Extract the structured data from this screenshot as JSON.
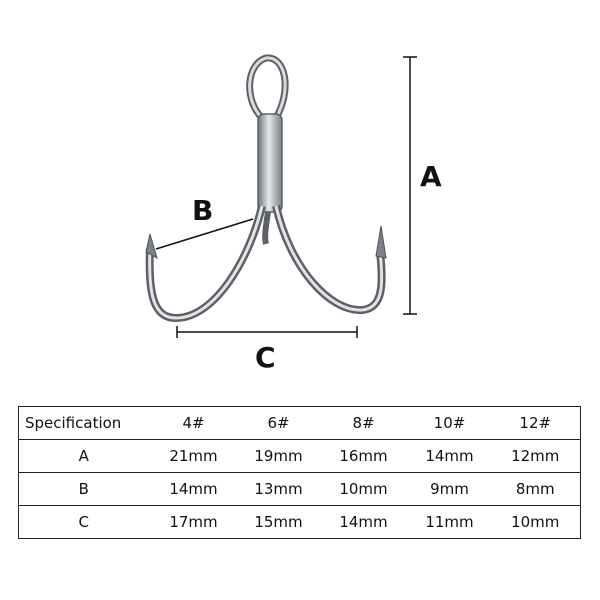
{
  "diagram": {
    "label_a": "A",
    "label_b": "B",
    "label_c": "C"
  },
  "table": {
    "header": [
      "Specification",
      "4#",
      "6#",
      "8#",
      "10#",
      "12#"
    ],
    "rows": [
      {
        "label": "A",
        "values": [
          "21mm",
          "19mm",
          "16mm",
          "14mm",
          "12mm"
        ]
      },
      {
        "label": "B",
        "values": [
          "14mm",
          "13mm",
          "10mm",
          "9mm",
          "8mm"
        ]
      },
      {
        "label": "C",
        "values": [
          "17mm",
          "15mm",
          "14mm",
          "11mm",
          "10mm"
        ]
      }
    ]
  }
}
